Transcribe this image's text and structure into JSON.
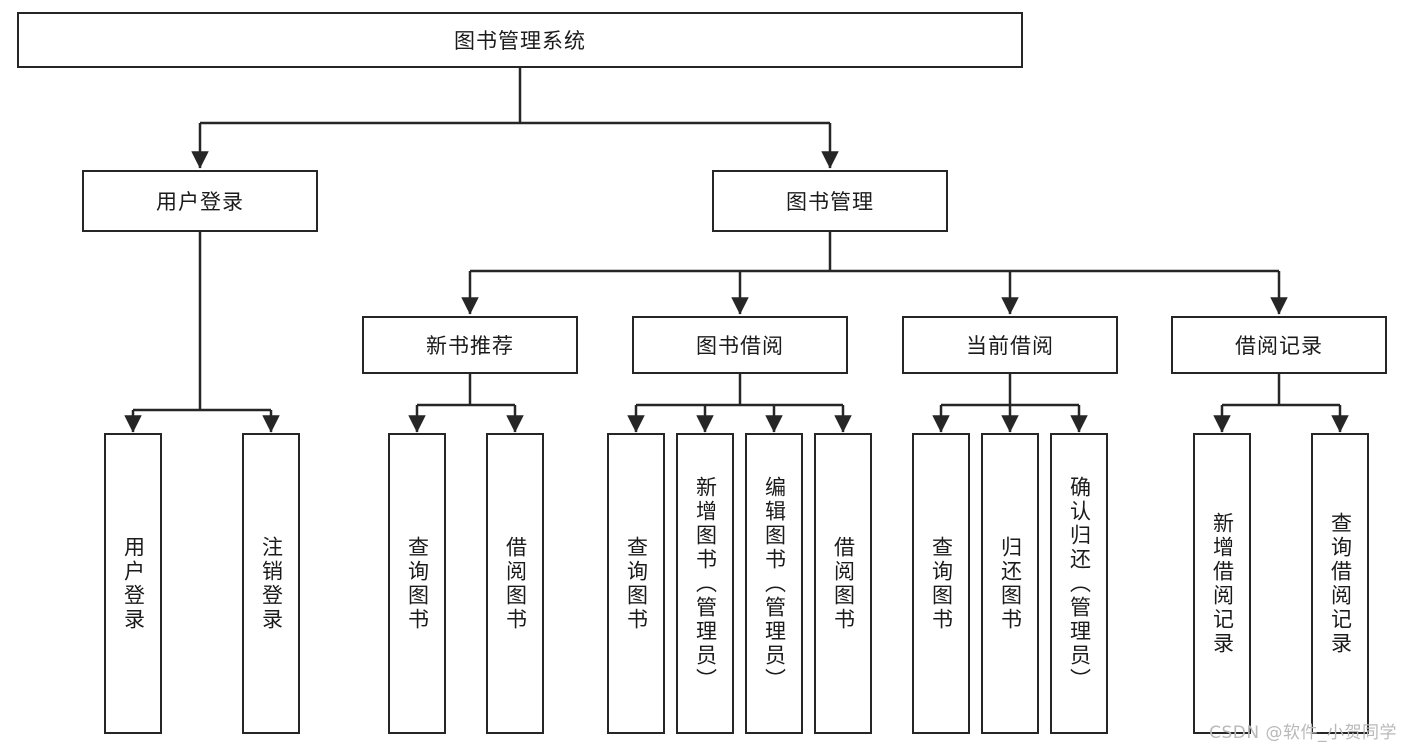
{
  "diagram": {
    "title": "图书管理系统",
    "watermark": "CSDN @软件_小贺同学",
    "colors": {
      "stroke": "#262626",
      "background": "#ffffff",
      "text": "#1b1b1b",
      "watermark": "#b9b9b9"
    },
    "nodes": {
      "root": {
        "label": "图书管理系统"
      },
      "level2": [
        {
          "label": "用户登录"
        },
        {
          "label": "图书管理"
        }
      ],
      "level3": [
        {
          "label": "新书推荐"
        },
        {
          "label": "图书借阅"
        },
        {
          "label": "当前借阅"
        },
        {
          "label": "借阅记录"
        }
      ],
      "leaves": {
        "user_login": [
          {
            "label": "用户登录"
          },
          {
            "label": "注销登录"
          }
        ],
        "new_book": [
          {
            "label": "查询图书"
          },
          {
            "label": "借阅图书"
          }
        ],
        "borrow_book": [
          {
            "label": "查询图书"
          },
          {
            "label": "新增图书（管理员）"
          },
          {
            "label": "编辑图书（管理员）"
          },
          {
            "label": "借阅图书"
          }
        ],
        "current_borrow": [
          {
            "label": "查询图书"
          },
          {
            "label": "归还图书"
          },
          {
            "label": "确认归还（管理员）"
          }
        ],
        "borrow_record": [
          {
            "label": "新增借阅记录"
          },
          {
            "label": "查询借阅记录"
          }
        ]
      }
    }
  }
}
